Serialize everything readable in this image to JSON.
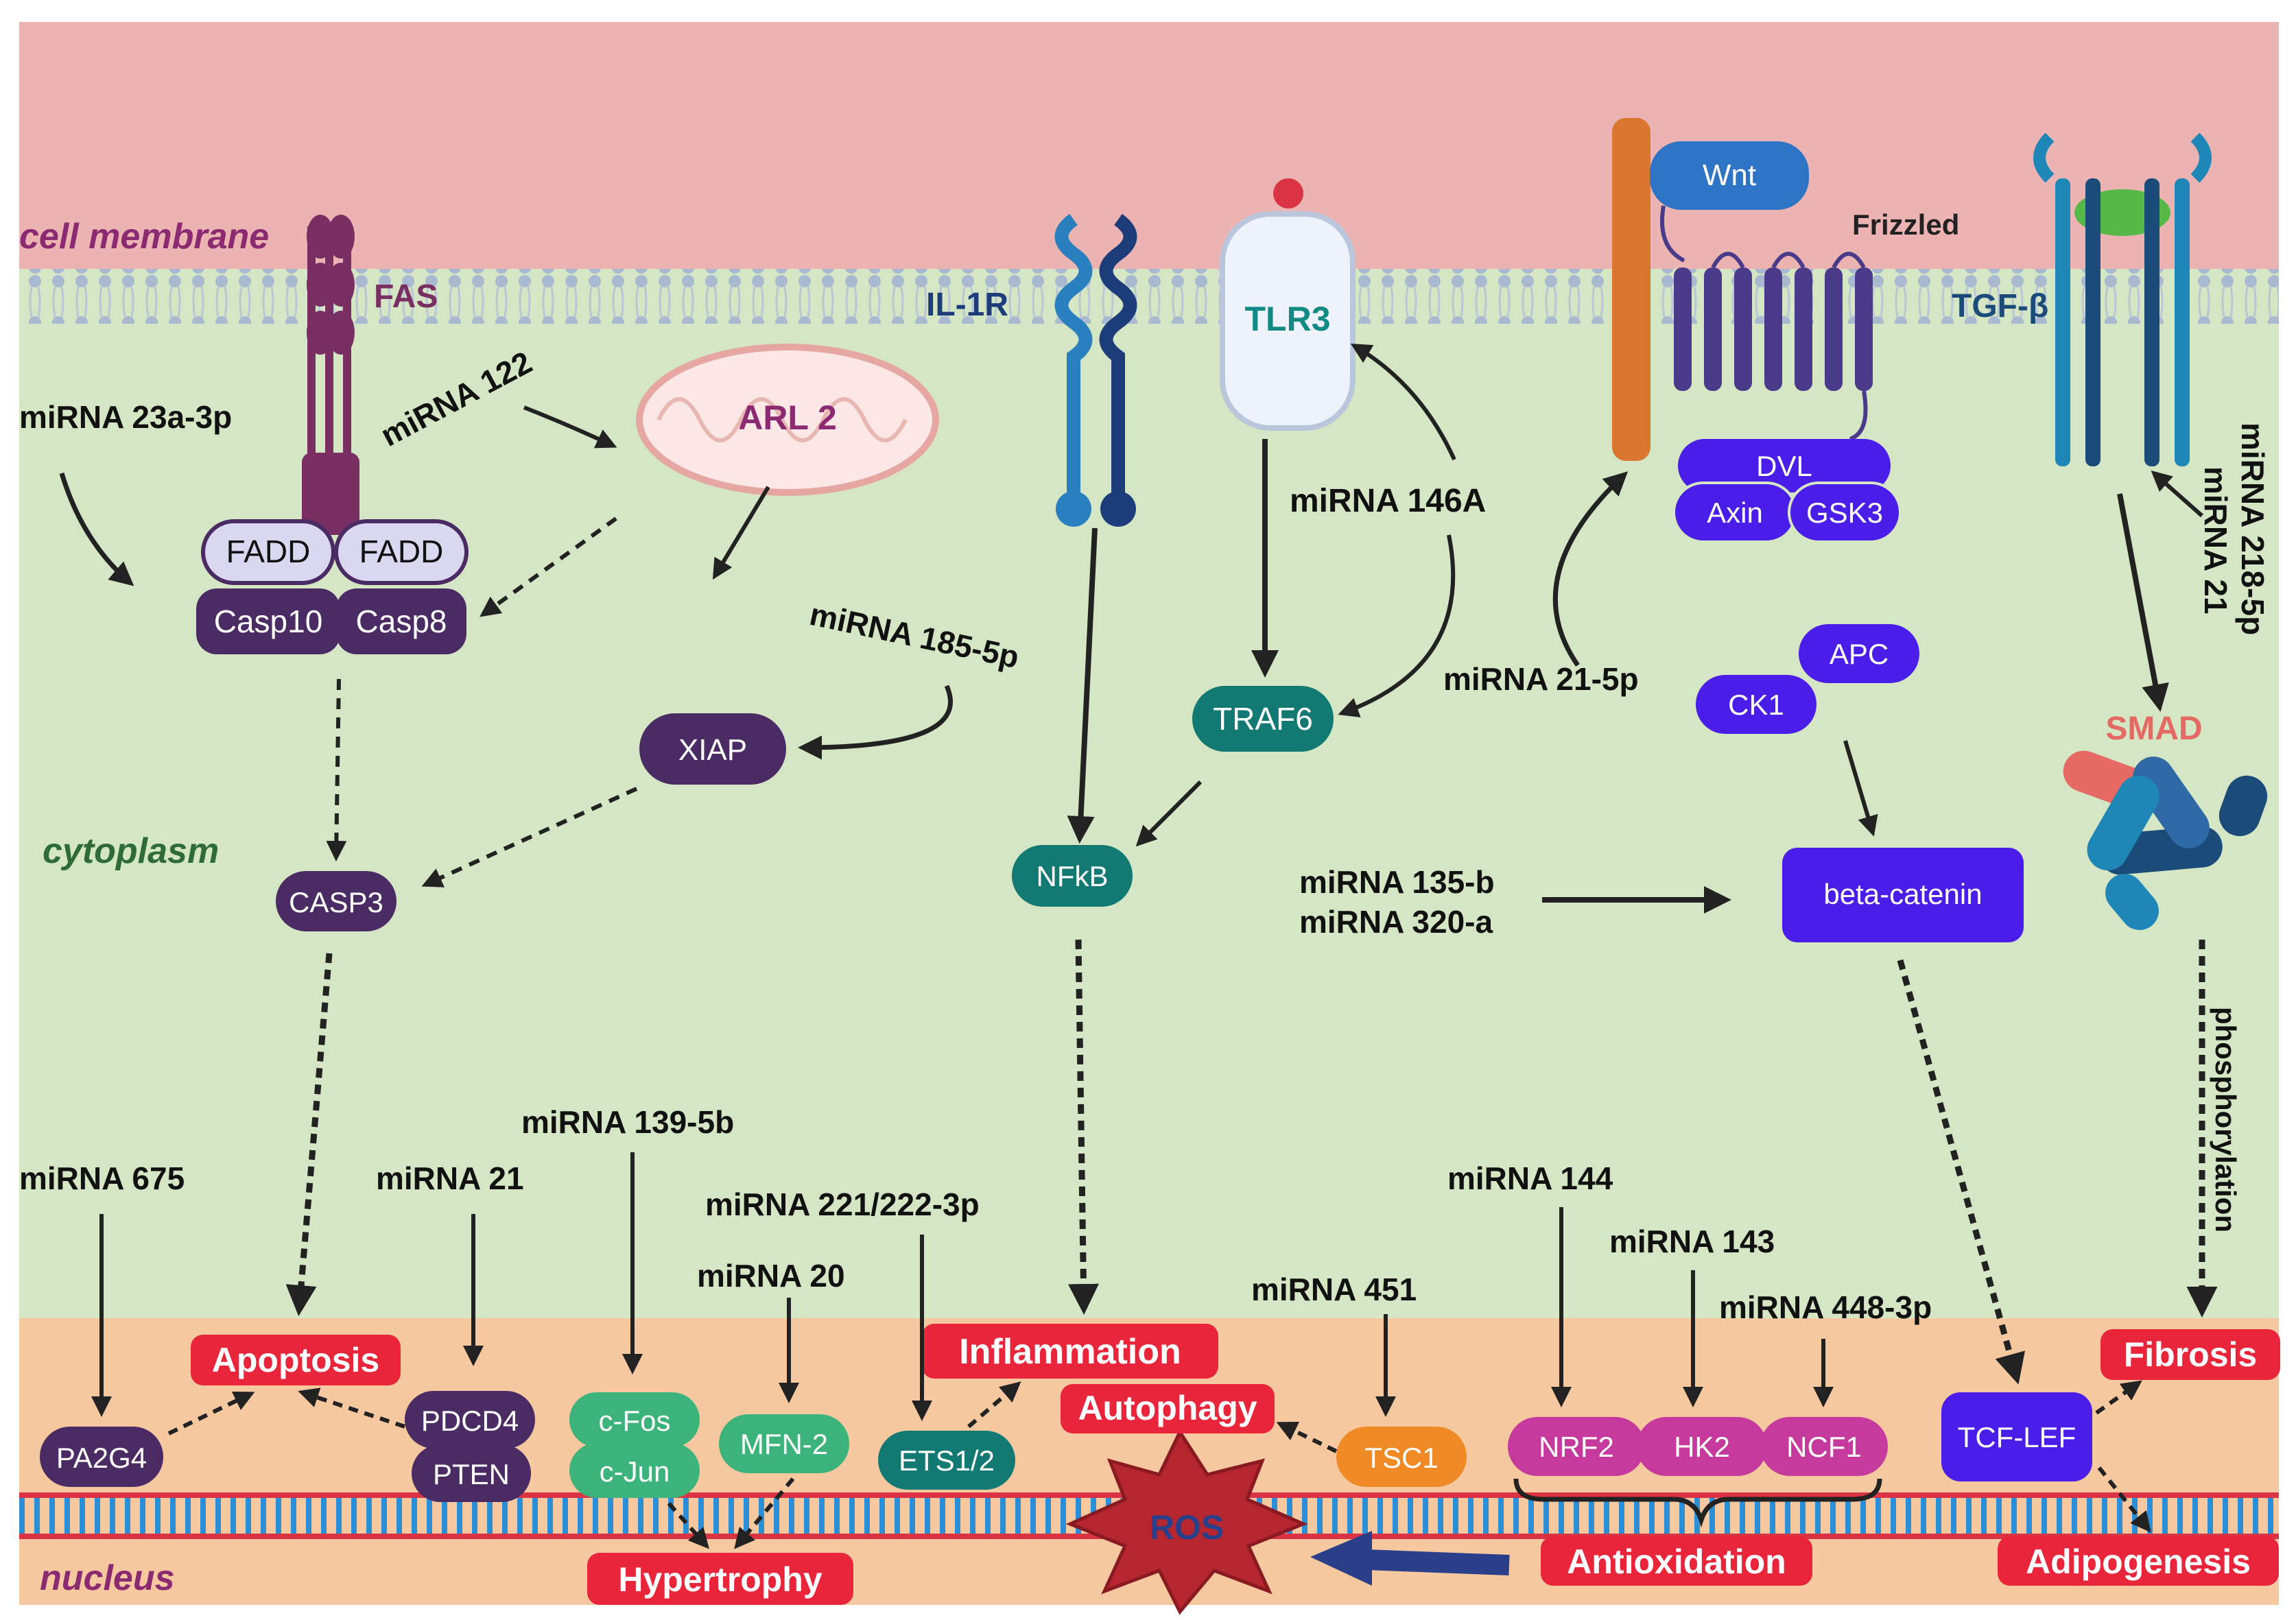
{
  "regions": {
    "membrane": "cell membrane",
    "cytoplasm": "cytoplasm",
    "nucleus": "nucleus"
  },
  "receptors": {
    "fas": "FAS",
    "il1r": "IL-1R",
    "tlr3": "TLR3",
    "wnt": "Wnt",
    "frizzled": "Frizzled",
    "tgfb": "TGF-β",
    "smad": "SMAD"
  },
  "proteins": {
    "fadd_left": "FADD",
    "fadd_right": "FADD",
    "casp10": "Casp10",
    "casp8": "Casp8",
    "arl2": "ARL 2",
    "xiap": "XIAP",
    "casp3": "CASP3",
    "nfkb": "NFkB",
    "traf6": "TRAF6",
    "dvl": "DVL",
    "axin": "Axin",
    "gsk3": "GSK3",
    "apc": "APC",
    "ck1": "CK1",
    "beta_catenin": "beta-catenin",
    "pa2g4": "PA2G4",
    "pdcd4": "PDCD4",
    "pten": "PTEN",
    "cfos": "c-Fos",
    "cjun": "c-Jun",
    "mfn2": "MFN-2",
    "ets12": "ETS1/2",
    "tsc1": "TSC1",
    "nrf2": "NRF2",
    "hk2": "HK2",
    "ncf1": "NCF1",
    "tcflef": "TCF-LEF",
    "ros": "ROS"
  },
  "mirnas": {
    "m23a": "miRNA 23a-3p",
    "m122": "miRNA 122",
    "m185": "miRNA 185-5p",
    "m146a": "miRNA 146A",
    "m21_5p": "miRNA 21-5p",
    "m218": "miRNA 218-5p",
    "m21_tgf": "miRNA 21",
    "m135b": "miRNA 135-b",
    "m320a": "miRNA 320-a",
    "m675": "miRNA 675",
    "m21_pdcd4": "miRNA 21",
    "m139": "miRNA 139-5b",
    "m221": "miRNA 221/222-3p",
    "m20": "miRNA 20",
    "m451": "miRNA 451",
    "m144": "miRNA 144",
    "m143": "miRNA 143",
    "m448": "miRNA 448-3p"
  },
  "outcomes": {
    "apoptosis": "Apoptosis",
    "inflammation": "Inflammation",
    "autophagy": "Autophagy",
    "hypertrophy": "Hypertrophy",
    "antioxidation": "Antioxidation",
    "fibrosis": "Fibrosis",
    "adipogenesis": "Adipogenesis"
  },
  "annotations": {
    "phosphorylation": "phosphorylation"
  },
  "colors": {
    "membrane_bg": "#ecb3b3",
    "cytoplasm_bg": "#d4e6c4",
    "nucleus_bg": "#f5c8a0",
    "outcome_red": "#e8253a",
    "dark_purple": "#4a2b63",
    "teal": "#137a73",
    "blue_violet": "#4a1ee8",
    "magenta": "#c53a9c",
    "green": "#3cb37a",
    "orange": "#f08a24",
    "ros_red": "#b5262f"
  }
}
